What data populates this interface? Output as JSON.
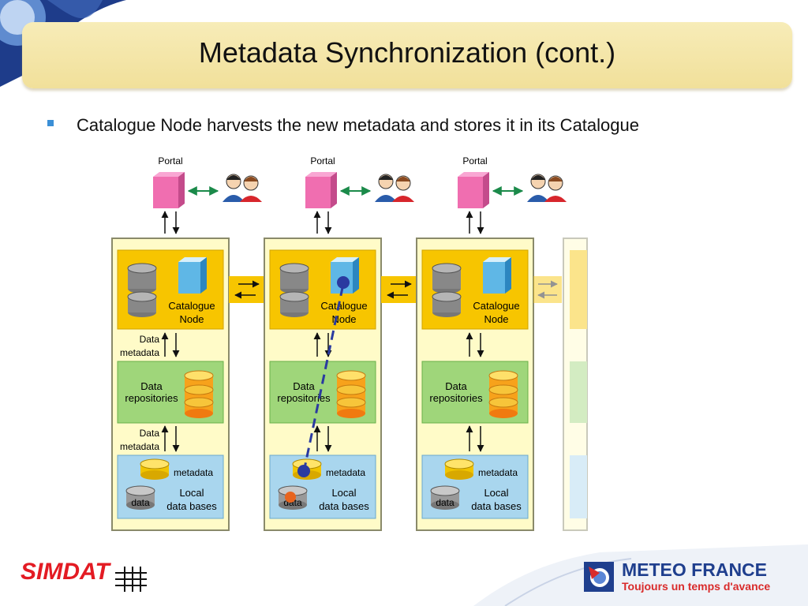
{
  "title": "Metadata Synchronization (cont.)",
  "bullet": "Catalogue Node harvests the new metadata and stores it in its Catalogue",
  "nodes": [
    {
      "portal_label": "Portal",
      "catalogue_label_1": "Catalogue",
      "catalogue_label_2": "Node",
      "flow1_label_1": "Data",
      "flow1_label_2": "metadata",
      "repo_label_1": "Data",
      "repo_label_2": "repositories",
      "flow2_label_1": "Data",
      "flow2_label_2": "metadata",
      "local_metadata_label": "metadata",
      "local_data_label": "data",
      "local_label_1": "Local",
      "local_label_2": "data bases"
    },
    {
      "portal_label": "Portal",
      "catalogue_label_1": "Catalogue",
      "catalogue_label_2": "Node",
      "repo_label_1": "Data",
      "repo_label_2": "repositories",
      "local_metadata_label": "metadata",
      "local_data_label": "data",
      "local_label_1": "Local",
      "local_label_2": "data bases"
    },
    {
      "portal_label": "Portal",
      "catalogue_label_1": "Catalogue",
      "catalogue_label_2": "Node",
      "repo_label_1": "Data",
      "repo_label_2": "repositories",
      "local_metadata_label": "metadata",
      "local_data_label": "data",
      "local_label_1": "Local",
      "local_label_2": "data bases"
    }
  ],
  "footer": {
    "simdat": "SIMDAT",
    "meteo_name": "METEO FRANCE",
    "meteo_tagline": "Toujours un temps d'avance"
  },
  "colors": {
    "title_bar": "#f3e5a6",
    "bullet": "#3b8fd6",
    "node_panel": "#fffbc8",
    "catalogue_zone": "#f7c500",
    "repo_zone": "#9fd67a",
    "local_zone": "#a9d6ee",
    "portal": "#f06eb0",
    "harvest_path": "#2a3aa0",
    "simdat": "#e31b23",
    "meteo_blue": "#1f3f8e",
    "meteo_red": "#d92b2b"
  }
}
